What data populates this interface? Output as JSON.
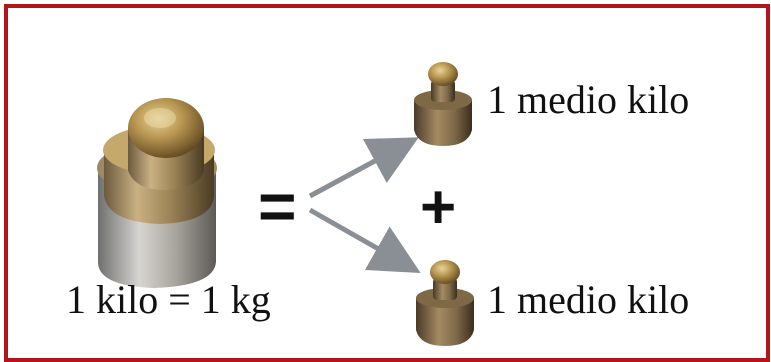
{
  "labels": {
    "kilo": "1 kilo = 1 kg",
    "half_top": "1 medio kilo",
    "half_bottom": "1 medio kilo",
    "equals": "=",
    "plus": "+"
  },
  "colors": {
    "frame": "#b3151b",
    "arrow": "#8a8f96"
  }
}
